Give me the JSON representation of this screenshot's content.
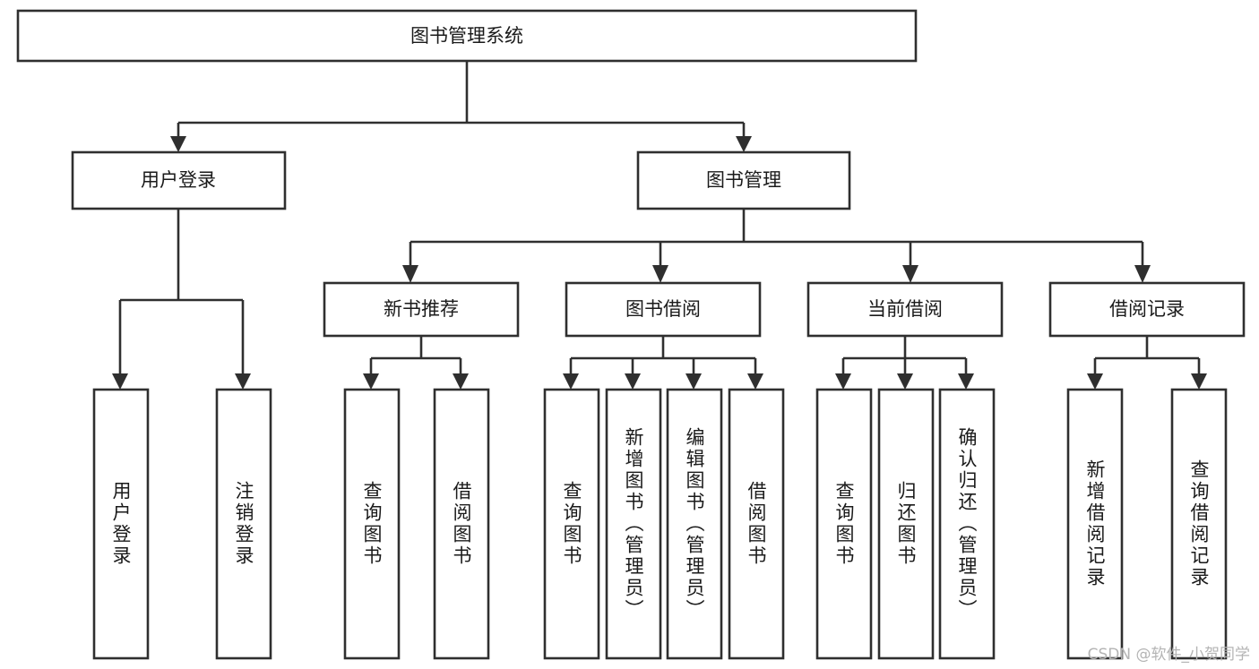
{
  "diagram": {
    "type": "tree",
    "title": "图书管理系统",
    "watermark": "CSDN @软件_小贺同学",
    "colors": {
      "stroke": "#2f2f2f",
      "fill": "#ffffff",
      "text": "#1a1a1a",
      "watermark": "#b4b4b4",
      "background": "#ffffff"
    },
    "nodes": {
      "root": {
        "label": "图书管理系统",
        "level": 1
      },
      "l2_user_login": {
        "label": "用户登录",
        "level": 2
      },
      "l2_book_mgmt": {
        "label": "图书管理",
        "level": 2
      },
      "l3_new_book_rec": {
        "label": "新书推荐",
        "level": 3
      },
      "l3_book_borrow": {
        "label": "图书借阅",
        "level": 3
      },
      "l3_current_borrow": {
        "label": "当前借阅",
        "level": 3
      },
      "l3_borrow_record": {
        "label": "借阅记录",
        "level": 3
      },
      "leaf_user_login": {
        "label": "用户登录",
        "level": 4
      },
      "leaf_logout": {
        "label": "注销登录",
        "level": 4
      },
      "leaf_query_book_a": {
        "label": "查询图书",
        "level": 4
      },
      "leaf_borrow_book_a": {
        "label": "借阅图书",
        "level": 4
      },
      "leaf_query_book_b": {
        "label": "查询图书",
        "level": 4
      },
      "leaf_add_book": {
        "label": "新增图书（管理员）",
        "level": 4
      },
      "leaf_edit_book": {
        "label": "编辑图书（管理员）",
        "level": 4
      },
      "leaf_borrow_book_b": {
        "label": "借阅图书",
        "level": 4
      },
      "leaf_query_book_c": {
        "label": "查询图书",
        "level": 4
      },
      "leaf_return_book": {
        "label": "归还图书",
        "level": 4
      },
      "leaf_confirm_return": {
        "label": "确认归还（管理员）",
        "level": 4
      },
      "leaf_add_record": {
        "label": "新增借阅记录",
        "level": 4
      },
      "leaf_query_record": {
        "label": "查询借阅记录",
        "level": 4
      }
    },
    "edges": [
      {
        "from": "root",
        "to": "l2_user_login"
      },
      {
        "from": "root",
        "to": "l2_book_mgmt"
      },
      {
        "from": "l2_user_login",
        "to": "leaf_user_login"
      },
      {
        "from": "l2_user_login",
        "to": "leaf_logout"
      },
      {
        "from": "l2_book_mgmt",
        "to": "l3_new_book_rec"
      },
      {
        "from": "l2_book_mgmt",
        "to": "l3_book_borrow"
      },
      {
        "from": "l2_book_mgmt",
        "to": "l3_current_borrow"
      },
      {
        "from": "l2_book_mgmt",
        "to": "l3_borrow_record"
      },
      {
        "from": "l3_new_book_rec",
        "to": "leaf_query_book_a"
      },
      {
        "from": "l3_new_book_rec",
        "to": "leaf_borrow_book_a"
      },
      {
        "from": "l3_book_borrow",
        "to": "leaf_query_book_b"
      },
      {
        "from": "l3_book_borrow",
        "to": "leaf_add_book"
      },
      {
        "from": "l3_book_borrow",
        "to": "leaf_edit_book"
      },
      {
        "from": "l3_book_borrow",
        "to": "leaf_borrow_book_b"
      },
      {
        "from": "l3_current_borrow",
        "to": "leaf_query_book_c"
      },
      {
        "from": "l3_current_borrow",
        "to": "leaf_return_book"
      },
      {
        "from": "l3_current_borrow",
        "to": "leaf_confirm_return"
      },
      {
        "from": "l3_borrow_record",
        "to": "leaf_add_record"
      },
      {
        "from": "l3_borrow_record",
        "to": "leaf_query_record"
      }
    ]
  }
}
